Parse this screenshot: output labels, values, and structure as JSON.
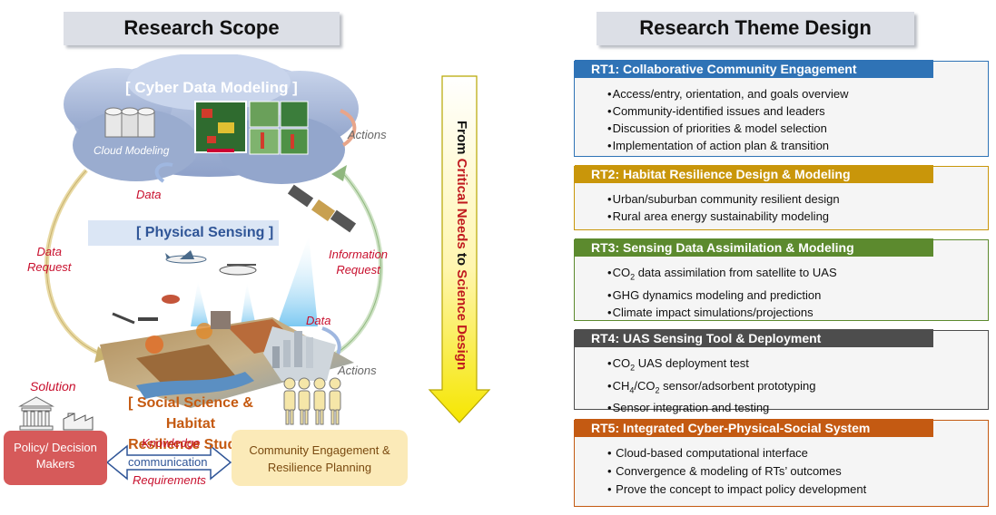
{
  "left": {
    "header": "Research Scope",
    "cloud_title": "[ Cyber Data Modeling ]",
    "cloud_modeling": "Cloud Modeling",
    "actions_top": "Actions",
    "data_top": "Data",
    "physical_sensing": "[ Physical Sensing ]",
    "data_request": [
      "Data",
      "Request"
    ],
    "information_request": [
      "Information",
      "Request"
    ],
    "data_mid": "Data",
    "actions_bottom": "Actions",
    "solution": "Solution",
    "social_title": [
      "[ Social Science & Habitat",
      "Resilience Study ]"
    ],
    "policy": [
      "Policy/ Decision",
      "Makers"
    ],
    "knowledge": "Knowledge",
    "communication": "communication",
    "requirements": "Requirements",
    "community": [
      "Community Engagement &",
      "Resilience Planning"
    ]
  },
  "arrow": {
    "parts": [
      "From ",
      "Critical Needs",
      " to ",
      "Science Design"
    ]
  },
  "right": {
    "header": "Research Theme Design",
    "themes": [
      {
        "title": "RT1: Collaborative Community Engagement",
        "color": "#2f73b6",
        "border": "#2f73b6",
        "items": [
          "Access/entry, orientation, and goals overview",
          "Community-identified issues and leaders",
          "Discussion of priorities & model selection",
          "Implementation of action plan & transition"
        ]
      },
      {
        "title": "RT2: Habitat Resilience Design & Modeling",
        "color": "#c9960a",
        "border": "#c9960a",
        "items": [
          "Urban/suburban community resilient design",
          "Rural area energy sustainability modeling"
        ]
      },
      {
        "title": "RT3: Sensing Data Assimilation & Modeling",
        "color": "#5c8a2e",
        "border": "#5c8a2e",
        "items": [
          "CO2 data assimilation from satellite to UAS",
          "GHG dynamics modeling and prediction",
          "Climate impact simulations/projections"
        ]
      },
      {
        "title": "RT4: UAS Sensing Tool & Deployment",
        "color": "#4d4d4d",
        "border": "#4d4d4d",
        "items": [
          "CO2 UAS deployment test",
          "CH4/CO2 sensor/adsorbent prototyping",
          "Sensor integration and testing"
        ]
      },
      {
        "title": "RT5: Integrated Cyber-Physical-Social System",
        "color": "#c45a12",
        "border": "#c45a12",
        "items": [
          "Cloud-based computational interface",
          "Convergence & modeling of RTs’ outcomes",
          "Prove the concept to impact policy development"
        ]
      }
    ]
  }
}
